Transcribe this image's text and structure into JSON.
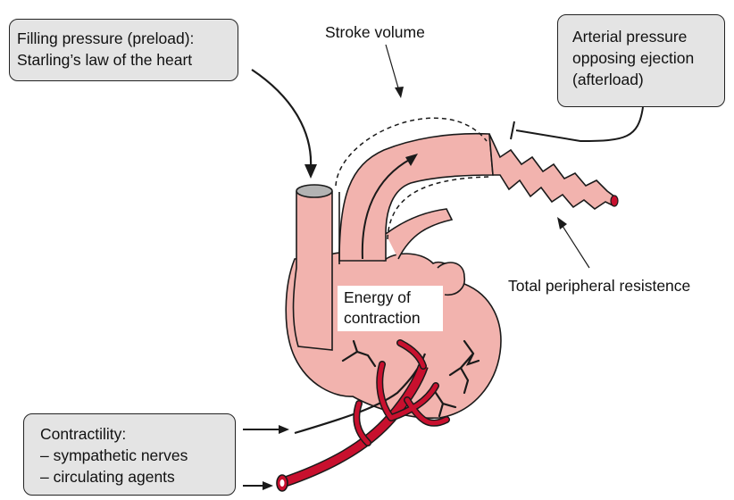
{
  "boxes": {
    "preload": {
      "line1": "Filling pressure (preload):",
      "line2": "Starling’s law of the heart"
    },
    "afterload": {
      "line1": "Arterial pressure",
      "line2": "opposing ejection",
      "line3": "(afterload)"
    },
    "contractility": {
      "line1": "Contractility:",
      "line2": "– sympathetic nerves",
      "line3": "– circulating agents"
    }
  },
  "labels": {
    "stroke_volume": "Stroke volume",
    "peripheral_resistance": "Total peripheral resistence",
    "energy_line1": "Energy of",
    "energy_line2": "contraction"
  },
  "colors": {
    "heart_fill": "#f2b3ae",
    "vessel_red": "#c8102e",
    "box_fill": "#e4e4e4",
    "outline": "#1a1a1a"
  }
}
